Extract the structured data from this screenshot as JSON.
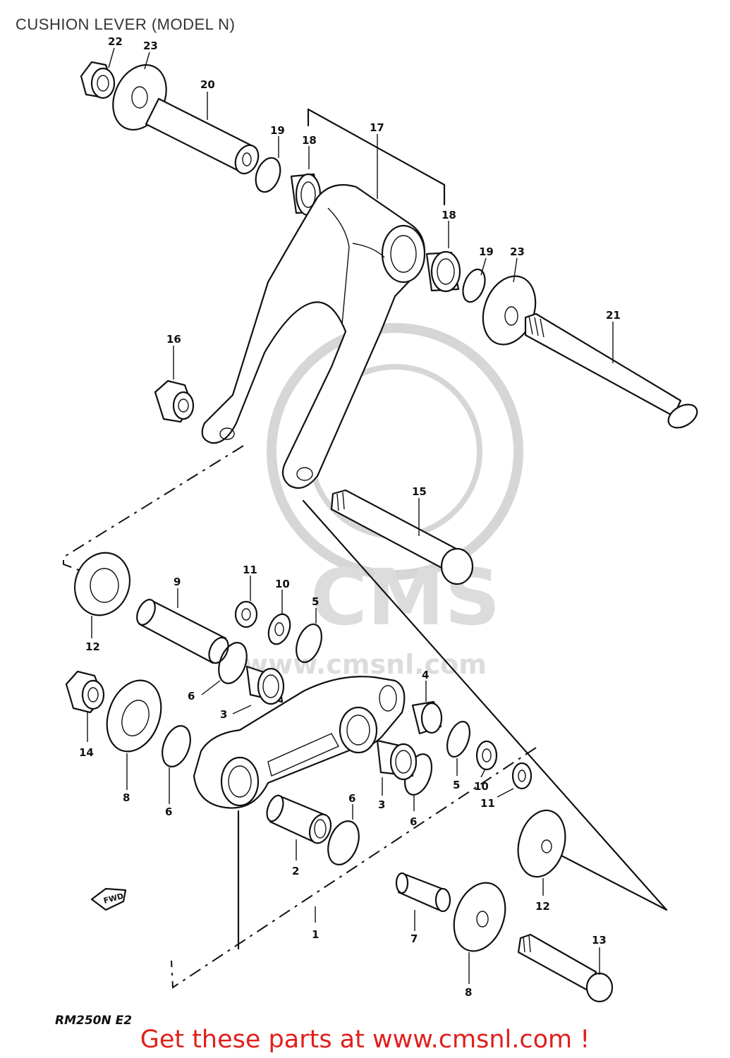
{
  "title": "CUSHION LEVER (MODEL N)",
  "model_code": "RM250N E2",
  "watermark": {
    "logo_text": "CMS",
    "url_text": "www.cmsnl.com"
  },
  "fwd_arrow_label": "FWD",
  "footer": {
    "text": "Get these parts at www.cmsnl.com !",
    "color": "#e0201c"
  },
  "callouts": {
    "c1": "1",
    "c2": "2",
    "c3a": "3",
    "c3b": "3",
    "c4": "4",
    "c5a": "5",
    "c5b": "5",
    "c6a": "6",
    "c6b": "6",
    "c6c": "6",
    "c6d": "6",
    "c7": "7",
    "c8a": "8",
    "c8b": "8",
    "c9": "9",
    "c10a": "10",
    "c10b": "10",
    "c11a": "11",
    "c11b": "11",
    "c12a": "12",
    "c12b": "12",
    "c13": "13",
    "c14": "14",
    "c15": "15",
    "c16": "16",
    "c17": "17",
    "c18a": "18",
    "c18b": "18",
    "c19a": "19",
    "c19b": "19",
    "c20": "20",
    "c21": "21",
    "c22": "22",
    "c23a": "23",
    "c23b": "23"
  }
}
